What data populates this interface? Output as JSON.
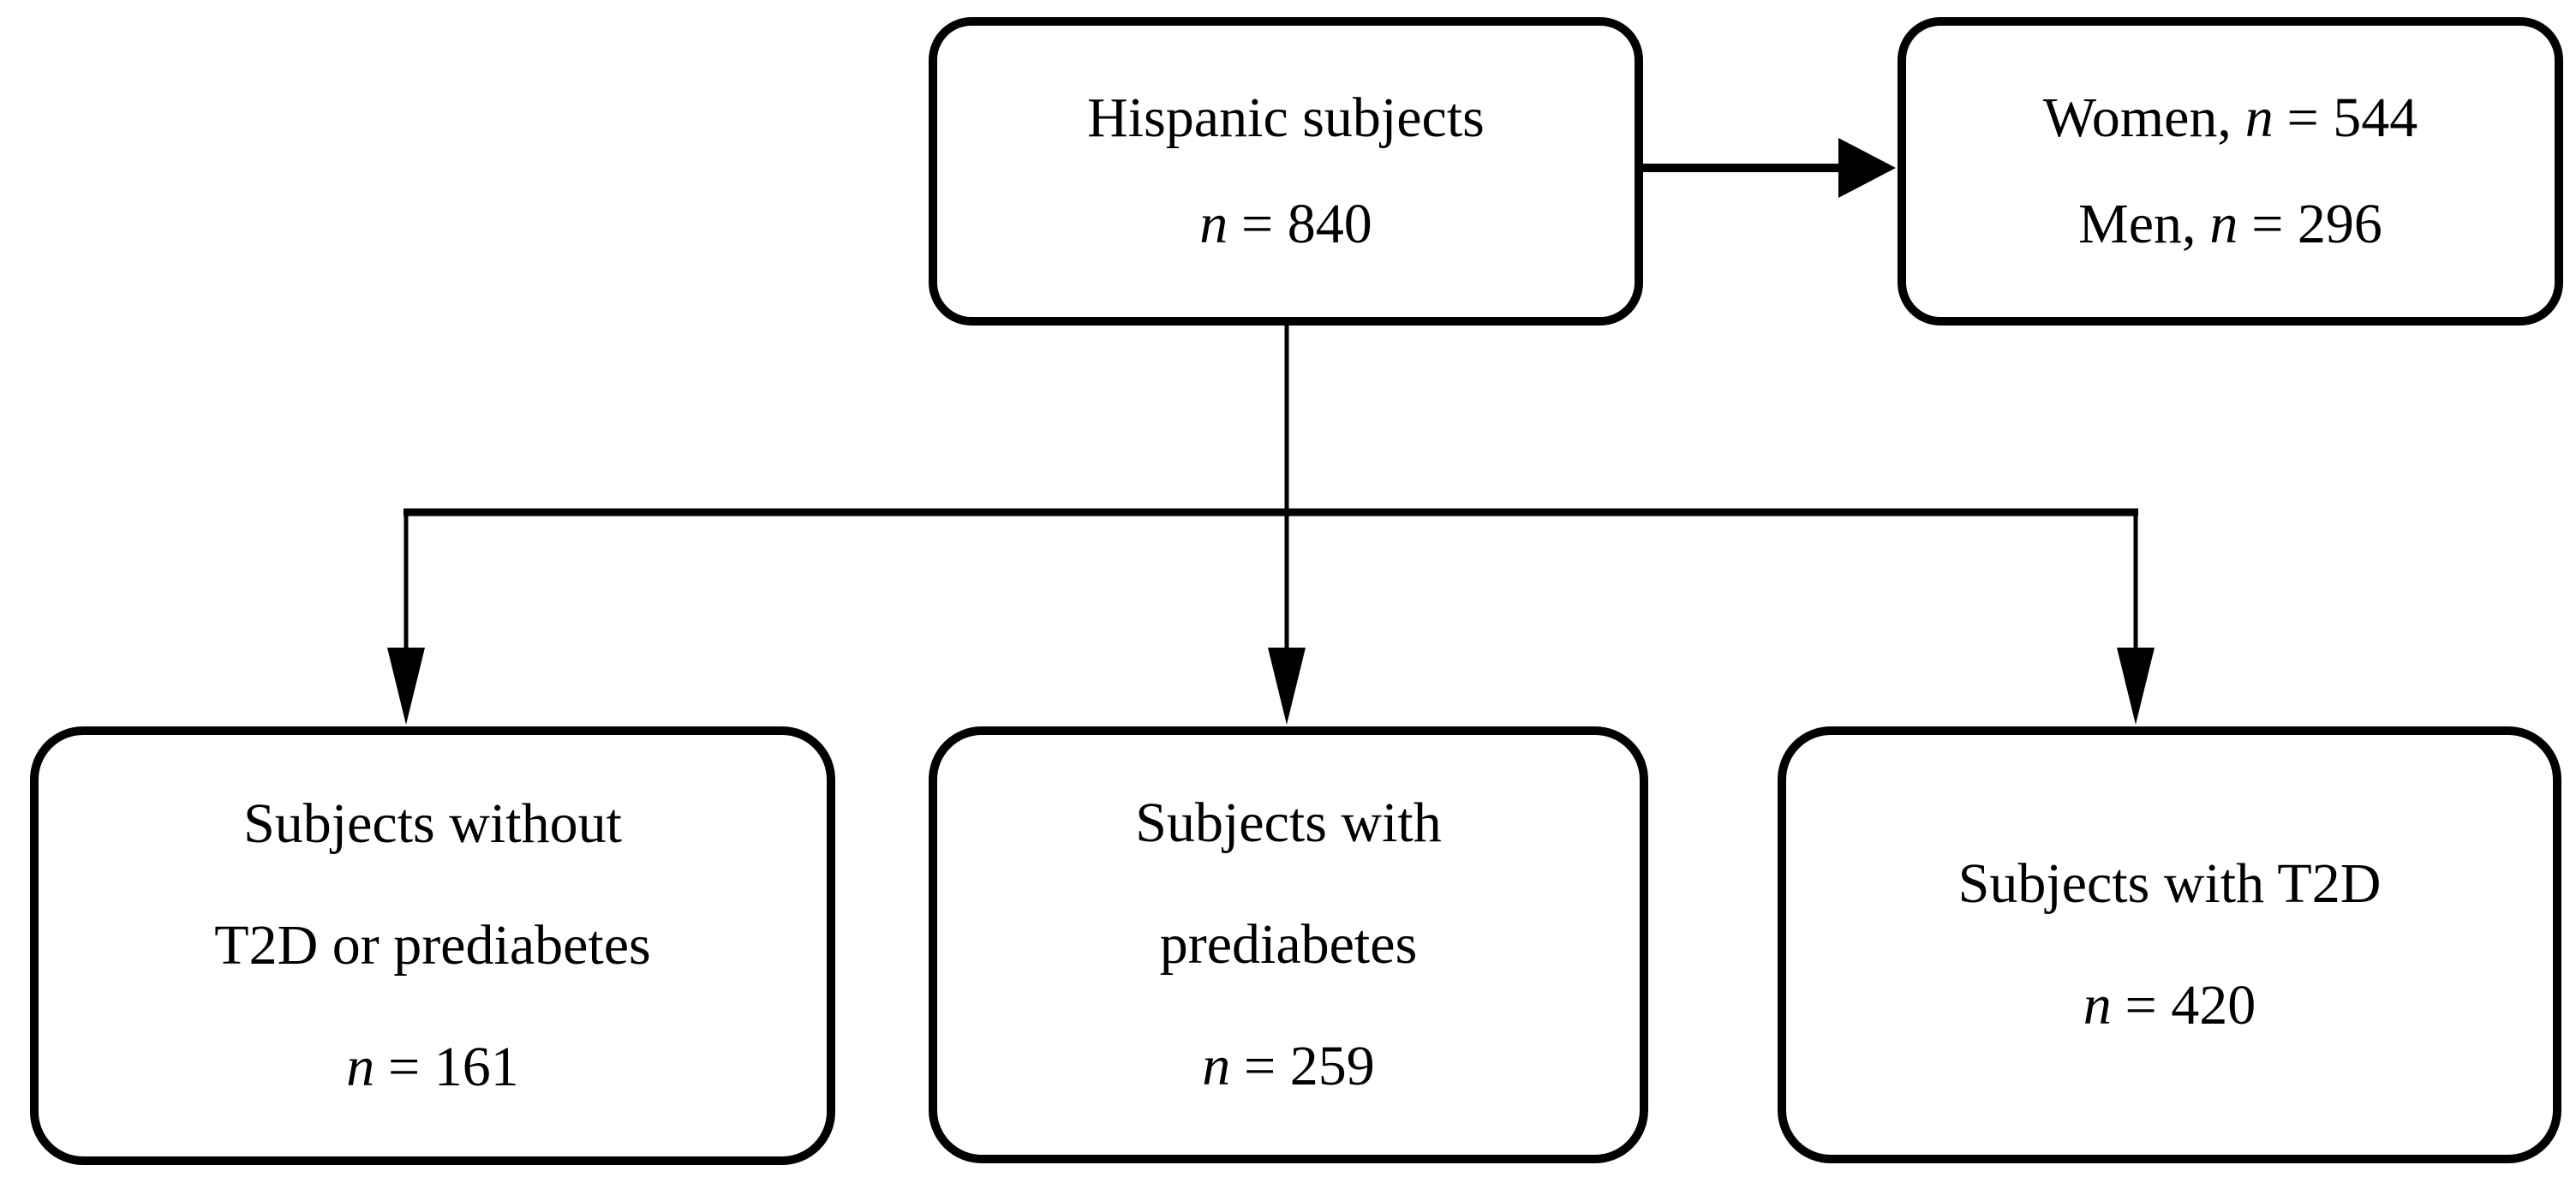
{
  "figure": {
    "background_color": "#ffffff",
    "line_color": "#000000",
    "boxes": {
      "hispanic": {
        "title": "Hispanic subjects",
        "n_symbol": "n",
        "n_rest": "= 840"
      },
      "sex": {
        "women_label": "Women,",
        "women_n": "n",
        "women_rest": "= 544",
        "men_label": "Men,",
        "men_n": "n",
        "men_rest": "= 296"
      },
      "without": {
        "line1": "Subjects without",
        "line2": "T2D or prediabetes",
        "n_symbol": "n",
        "n_rest": "= 161"
      },
      "prediabetes": {
        "line1": "Subjects with",
        "line2": "prediabetes",
        "n_symbol": "n",
        "n_rest": "= 259"
      },
      "t2d": {
        "line1": "Subjects with T2D",
        "n_symbol": "n",
        "n_rest": "= 420"
      }
    }
  }
}
